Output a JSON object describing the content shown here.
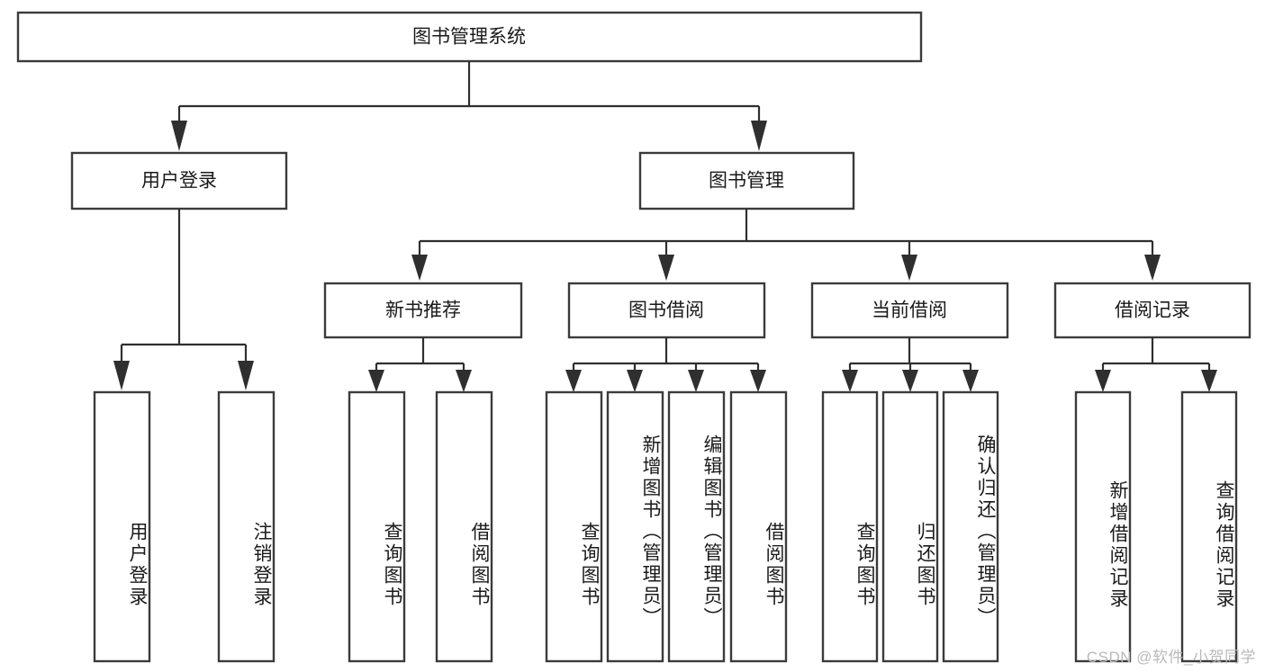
{
  "diagram": {
    "type": "hierarchy-tree",
    "title": "图书管理系统",
    "watermark": "CSDN @软件_小贺同学",
    "colors": {
      "box_stroke": "#3b3b3b",
      "connector": "#2f2f2f",
      "box_fill": "#ffffff",
      "text": "#1a1a1a",
      "watermark": "#b9b9b9",
      "background": "#ffffff"
    },
    "root": {
      "label": "图书管理系统"
    },
    "level2": [
      {
        "label": "用户登录"
      },
      {
        "label": "图书管理"
      }
    ],
    "level3": [
      {
        "label": "新书推荐"
      },
      {
        "label": "图书借阅"
      },
      {
        "label": "当前借阅"
      },
      {
        "label": "借阅记录"
      }
    ],
    "leaves": {
      "user_login": [
        {
          "label": "用户登录"
        },
        {
          "label": "注销登录"
        }
      ],
      "new_book_recommend": [
        {
          "label": "查询图书"
        },
        {
          "label": "借阅图书"
        }
      ],
      "book_borrow": [
        {
          "label": "查询图书"
        },
        {
          "label": "新增图书（管理员）"
        },
        {
          "label": "编辑图书（管理员）"
        },
        {
          "label": "借阅图书"
        }
      ],
      "current_borrow": [
        {
          "label": "查询图书"
        },
        {
          "label": "归还图书"
        },
        {
          "label": "确认归还（管理员）"
        }
      ],
      "borrow_record": [
        {
          "label": "新增借阅记录"
        },
        {
          "label": "查询借阅记录"
        }
      ]
    }
  }
}
